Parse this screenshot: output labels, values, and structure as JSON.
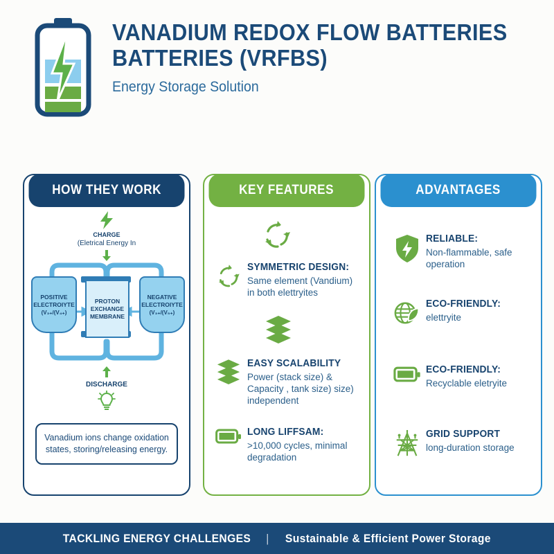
{
  "header": {
    "title_line1": "VANADIUM REDOX FLOW BATTERIES",
    "title_line2": "BATTERIES (VRFBS)",
    "subtitle": "Energy Storage Solution",
    "logo_icon": "battery-bolt-icon"
  },
  "colors": {
    "navy": "#17436e",
    "blue": "#2b90cf",
    "green": "#73b143",
    "light_blue_fill": "#95d2ef",
    "background": "#fcfcfa"
  },
  "cards": [
    {
      "id": "how-they-work",
      "title": "HOW THEY WORK",
      "accent": "#17436e"
    },
    {
      "id": "key-features",
      "title": "KEY FEATURES",
      "accent": "#73b143"
    },
    {
      "id": "advantages",
      "title": "ADVANTAGES",
      "accent": "#2b90cf"
    }
  ],
  "diagram": {
    "charge_label": "CHARGE",
    "charge_sub": "(Eletrical Energy In",
    "charge_icon": "lightning-bolt-icon",
    "discharge_label": "DISCHARGE",
    "discharge_icon": "lightbulb-icon",
    "left_tank": {
      "line1": "POSITIVE",
      "line2": "ELECTROIYTE",
      "line3": "(V₃₊/(V₄₊)"
    },
    "right_tank": {
      "line1": "NEGATIVE",
      "line2": "ELECTROIYTE",
      "line3": "(V₃₊/(V₅₊)"
    },
    "membrane": {
      "line1": "PROTON",
      "line2": "EXCHANGE",
      "line3": "MEMBRANE"
    },
    "caption": "Vanadium ions change oxidation states, storing/releasing energy."
  },
  "key_features": [
    {
      "icon": "recycle-arrows-icon",
      "title": "SYMMETRIC DESIGN:",
      "desc": "Same element (Vandium) in both elettryites"
    },
    {
      "icon": "stacked-layers-icon",
      "title": "EASY SCALABILITY",
      "desc": "Power (stack size) & Capacity  , tank size) size) independent"
    },
    {
      "icon": "battery-icon",
      "title": "LONG LIFFSAM:",
      "desc": ">10,000 cycles, minimal degradation"
    }
  ],
  "advantages": [
    {
      "icon": "shield-bolt-icon",
      "title": "RELIABLE:",
      "desc": "Non-flammable, safe operation"
    },
    {
      "icon": "globe-leaf-icon",
      "title": "ECO-FRIENDLY:",
      "desc": "elettryite"
    },
    {
      "icon": "battery-icon",
      "title": "ECO-FRIENDLY:",
      "desc": "Recyclable eletryite"
    },
    {
      "icon": "power-tower-icon",
      "title": "GRID SUPPORT",
      "desc": "long-duration storage"
    }
  ],
  "footer": {
    "left": "TACKLING ENERGY CHALLENGES",
    "separator": "|",
    "right": "Sustainable & Efficient Power Storage"
  }
}
